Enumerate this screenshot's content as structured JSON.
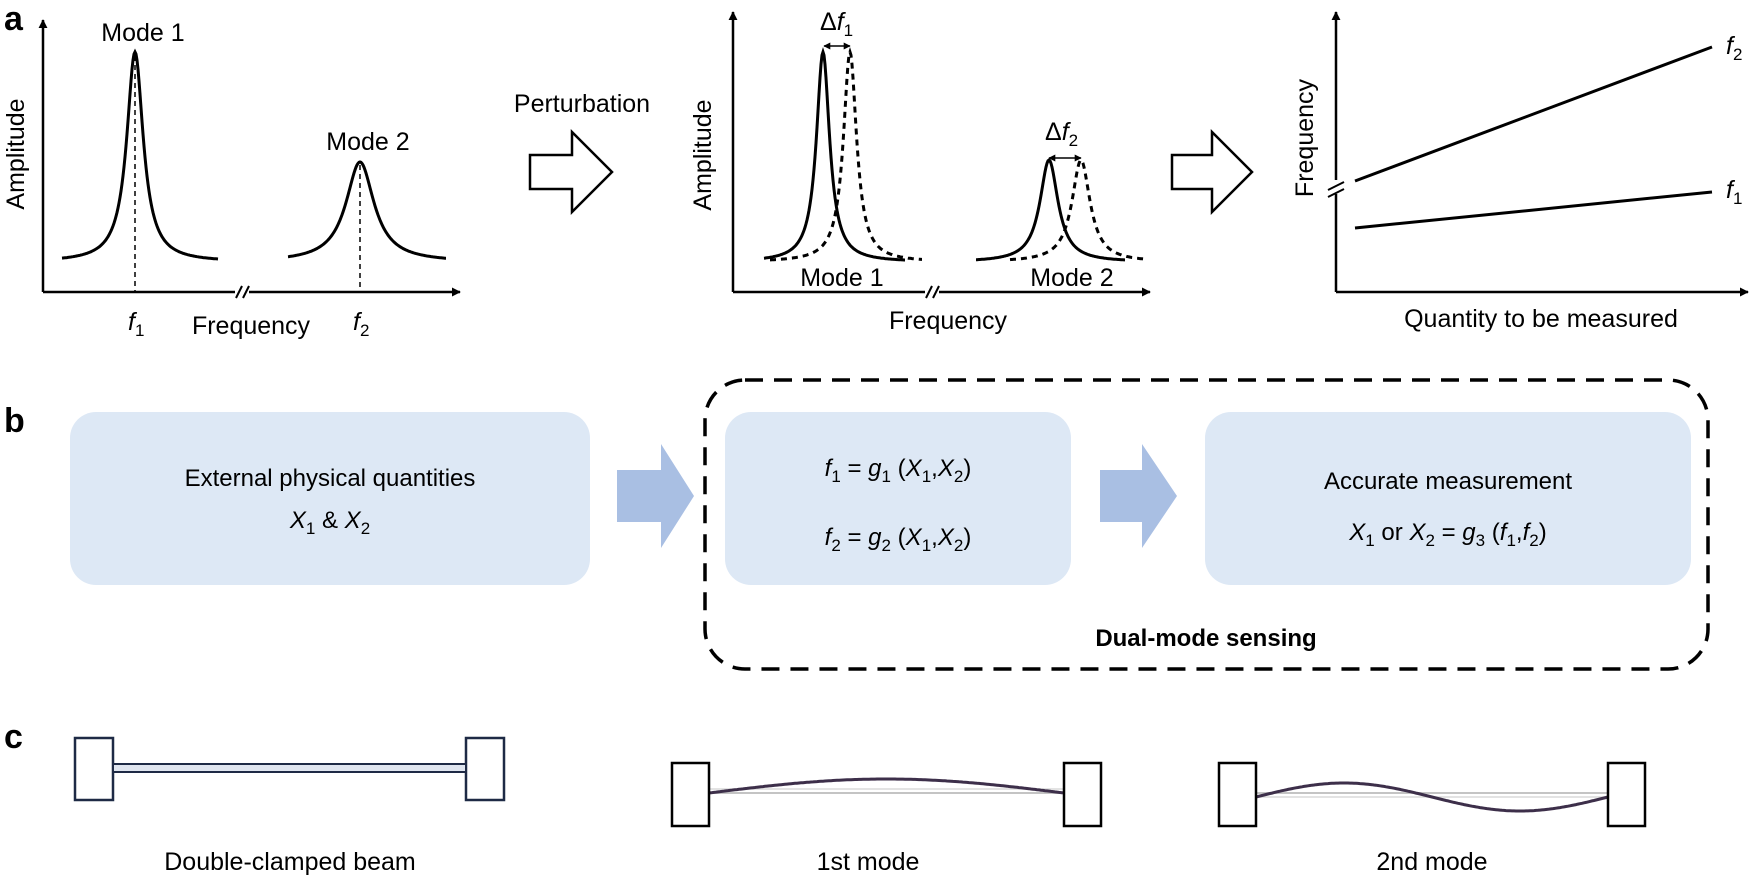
{
  "colors": {
    "box_fill": "#dde8f5",
    "arrow_fill": "#a9bfe3",
    "line": "#000000"
  },
  "panel_a": {
    "letter": "a",
    "graph1": {
      "ylabel": "Amplitude",
      "xlabel": "Frequency",
      "peaks": [
        {
          "title": "Mode 1",
          "symbol": "f",
          "sub": "1"
        },
        {
          "title": "Mode 2",
          "symbol": "f",
          "sub": "2"
        }
      ]
    },
    "arrow_label": "Perturbation",
    "graph2": {
      "ylabel": "Amplitude",
      "xlabel": "Frequency",
      "modes": [
        "Mode 1",
        "Mode 2"
      ],
      "shifts": [
        {
          "delta": "Δ",
          "symbol": "f",
          "sub": "1"
        },
        {
          "delta": "Δ",
          "symbol": "f",
          "sub": "2"
        }
      ]
    },
    "graph3": {
      "ylabel": "Frequency",
      "xlabel": "Quantity to be measured",
      "lines": [
        {
          "symbol": "f",
          "sub": "2"
        },
        {
          "symbol": "f",
          "sub": "1"
        }
      ]
    }
  },
  "panel_b": {
    "letter": "b",
    "box1": {
      "line1": "External physical quantities",
      "line2": "X1 & X2"
    },
    "box2": {
      "line1": "f1 = g1 (X1,X2)",
      "line2": "f2 = g2 (X1,X2)"
    },
    "box3": {
      "line1": "Accurate measurement",
      "line2": "X1 or X2 = g3 (f1,f2)"
    },
    "group_label": "Dual-mode sensing"
  },
  "panel_c": {
    "letter": "c",
    "captions": [
      "Double-clamped beam",
      "1st mode",
      "2nd mode"
    ]
  }
}
